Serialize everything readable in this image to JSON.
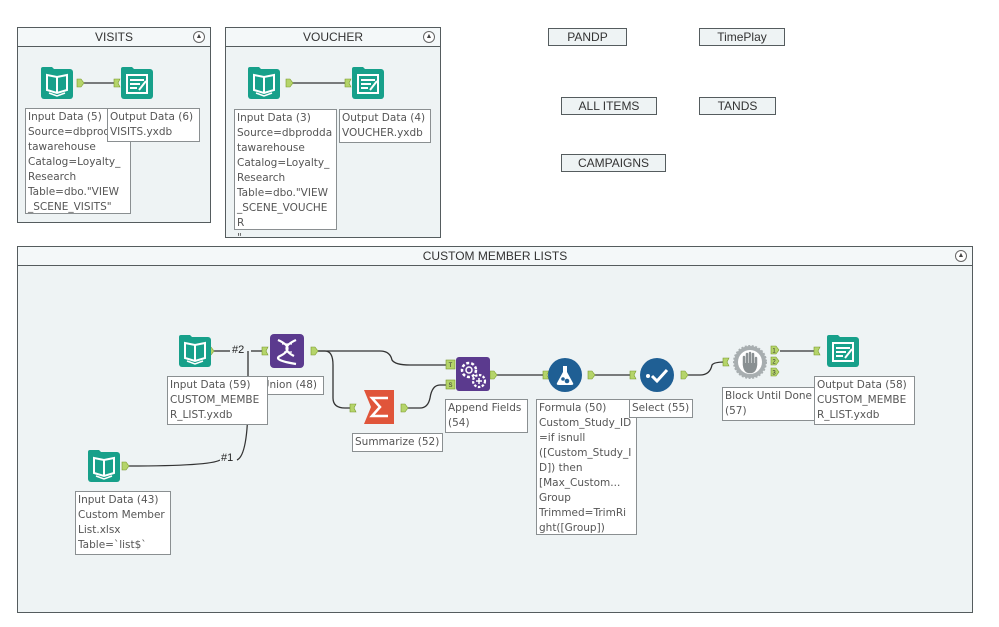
{
  "containers": {
    "visits": {
      "title": "VISITS",
      "collapse_icon": "▲"
    },
    "voucher": {
      "title": "VOUCHER",
      "collapse_icon": "▲"
    },
    "custom_member_lists": {
      "title": "CUSTOM MEMBER LISTS",
      "collapse_icon": "▲"
    }
  },
  "labels": {
    "pandp": "PANDP",
    "timeplay": "TimePlay",
    "all_items": "ALL ITEMS",
    "tands": "TANDS",
    "campaigns": "CAMPAIGNS"
  },
  "tools": {
    "input_5": {
      "icon": "book-icon",
      "annotation": "Input Data (5)\nSource=dbprod\ntawarehouse\nCatalog=Loyalty_\nResearch\nTable=dbo.\"VIEW\n_SCENE_VISITS\""
    },
    "output_6": {
      "icon": "output-file-icon",
      "annotation": "Output Data (6)\nVISITS.yxdb"
    },
    "input_3": {
      "icon": "book-icon",
      "annotation": "Input Data (3)\nSource=dbprodda\ntawarehouse\nCatalog=Loyalty_\nResearch\nTable=dbo.\"VIEW\n_SCENE_VOUCHER\n\""
    },
    "output_4": {
      "icon": "output-file-icon",
      "annotation": "Output Data (4)\nVOUCHER.yxdb"
    },
    "input_59": {
      "icon": "book-icon",
      "annotation": "Input Data (59)\nCUSTOM_MEMBE\nR_LIST.yxdb"
    },
    "union_48": {
      "icon": "dna-union-icon",
      "annotation": "Union (48)"
    },
    "input_43": {
      "icon": "book-icon",
      "annotation": "Input Data (43)\nCustom Member\nList.xlsx\nTable=`list$`"
    },
    "summarize_52": {
      "icon": "sigma-icon",
      "annotation": "Summarize (52)"
    },
    "append_54": {
      "icon": "gears-icon",
      "annotation": "Append Fields\n(54)"
    },
    "formula_50": {
      "icon": "flask-icon",
      "annotation": "Formula (50)\nCustom_Study_ID\n=if isnull\n([Custom_Study_I\nD]) then\n[Max_Custom...\nGroup\nTrimmed=TrimRi\nght([Group])"
    },
    "select_55": {
      "icon": "checkmark-icon",
      "annotation": "Select (55)"
    },
    "block_57": {
      "icon": "hand-stop-icon",
      "annotation": "Block Until Done\n(57)"
    },
    "output_58": {
      "icon": "output-file-icon",
      "annotation": "Output Data (58)\nCUSTOM_MEMBE\nR_LIST.yxdb"
    }
  },
  "wire_labels": {
    "union_input_2": "#2",
    "union_input_1": "#1"
  },
  "anchor_labels": {
    "target": "T",
    "source": "S",
    "out1": "1",
    "out2": "2",
    "out3": "3"
  },
  "colors": {
    "input_teal": "#16a085",
    "union_purple": "#5b3a8e",
    "summarize_red": "#e0553a",
    "formula_blue": "#1f5f94",
    "anchor_green": "#b5d46a"
  }
}
